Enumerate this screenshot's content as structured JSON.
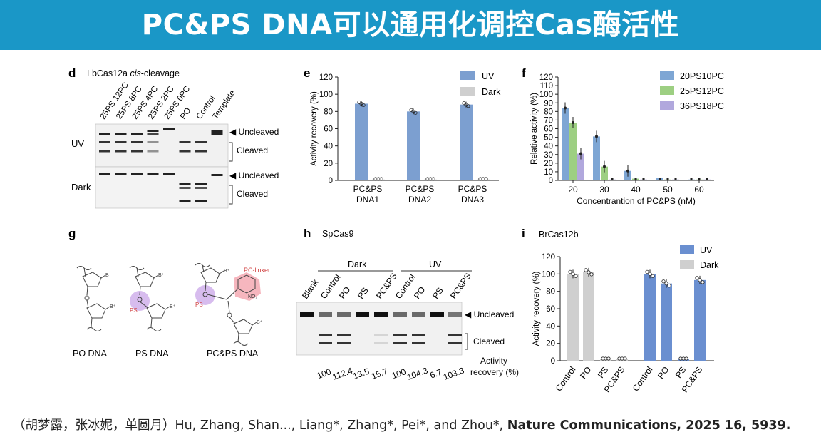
{
  "header": {
    "title": "PC&PS DNA可以通用化调控Cas酶活性",
    "color": "#1a97c7"
  },
  "panel_d": {
    "letter": "d",
    "title_prefix": "LbCas12a ",
    "title_italic": "cis",
    "title_suffix": "-cleavage",
    "lanes": [
      "25PS 12PC",
      "25PS 8PC",
      "25PS 4PC",
      "25PS 2PC",
      "25PS 0PC",
      "PO",
      "Control",
      "Template"
    ],
    "rows": [
      "UV",
      "Dark"
    ],
    "band_labels": {
      "uncleaved": "◀ Uncleaved",
      "cleaved": "Cleaved"
    }
  },
  "panel_g": {
    "letter": "g",
    "captions": [
      "PO DNA",
      "PS DNA",
      "PC&PS DNA"
    ],
    "ps_label": "PS",
    "pc_linker": "PC-linker",
    "b_label": "B⁺",
    "no2_label": "NO₂"
  },
  "panel_h": {
    "letter": "h",
    "title": "SpCas9",
    "groups": [
      "Dark",
      "UV"
    ],
    "lanes": [
      "Blank",
      "Control",
      "PO",
      "PS",
      "PC&PS",
      "Control",
      "PO",
      "PS",
      "PC&PS"
    ],
    "band_labels": {
      "uncleaved": "◀ Uncleaved",
      "cleaved": "Cleaved"
    },
    "recovery_values": [
      "100",
      "112.4",
      "13.5",
      "15.7",
      "100",
      "104.3",
      "6.7",
      "103.3"
    ],
    "recovery_label_1": "Activity",
    "recovery_label_2": "recovery (%)"
  },
  "chart_data": [
    {
      "panel": "e",
      "type": "bar",
      "categories": [
        "PC&PS DNA1",
        "PC&PS DNA2",
        "PC&PS DNA3"
      ],
      "series": [
        {
          "name": "UV",
          "values": [
            89,
            80,
            88
          ],
          "color": "#7c9fd0"
        },
        {
          "name": "Dark",
          "values": [
            1,
            1,
            1
          ],
          "color": "#cfcfcf"
        }
      ],
      "ylabel": "Activity recovery (%)",
      "ylim": [
        0,
        120
      ],
      "yticks": [
        0,
        20,
        40,
        60,
        80,
        100,
        120
      ],
      "legend": "top-right"
    },
    {
      "panel": "f",
      "type": "bar",
      "categories": [
        "20",
        "30",
        "40",
        "50",
        "60"
      ],
      "series": [
        {
          "name": "20PS10PC",
          "values": [
            84,
            51,
            11,
            3,
            1
          ],
          "color": "#7ea6d4"
        },
        {
          "name": "25PS12PC",
          "values": [
            67,
            16,
            2,
            1,
            1
          ],
          "color": "#9dcf82"
        },
        {
          "name": "36PS18PC",
          "values": [
            31,
            1,
            1,
            1,
            1
          ],
          "color": "#b1a8dd"
        }
      ],
      "xlabel": "Concentrantion of PC&PS (nM)",
      "ylabel": "Relative activity (%)",
      "ylim": [
        0,
        120
      ],
      "yticks": [
        0,
        10,
        20,
        30,
        40,
        50,
        60,
        70,
        80,
        90,
        100,
        110,
        120
      ],
      "legend": "top-right"
    },
    {
      "panel": "i",
      "title": "BrCas12b",
      "type": "bar",
      "categories": [
        "Control",
        "PO",
        "PS",
        "PC&PS",
        "Control",
        "PO",
        "PS",
        "PC&PS"
      ],
      "values": [
        100,
        102,
        2,
        2,
        100,
        89,
        2,
        93
      ],
      "series": [
        {
          "name": "UV",
          "color": "#6a8fd0"
        },
        {
          "name": "Dark",
          "color": "#cfcfcf"
        }
      ],
      "bar_series": [
        "Dark",
        "Dark",
        "Dark",
        "Dark",
        "UV",
        "UV",
        "UV",
        "UV"
      ],
      "ylabel": "Activity recovery (%)",
      "ylim": [
        0,
        120
      ],
      "yticks": [
        0,
        20,
        40,
        60,
        80,
        100,
        120
      ],
      "legend": "top-right"
    }
  ],
  "footer": {
    "authors": "（胡梦露，张冰妮，单圆月）Hu, Zhang, Shan..., Liang*, Zhang*, Pei*, and Zhou*, ",
    "journal": "Nature Communications, 2025 16, 5939."
  }
}
